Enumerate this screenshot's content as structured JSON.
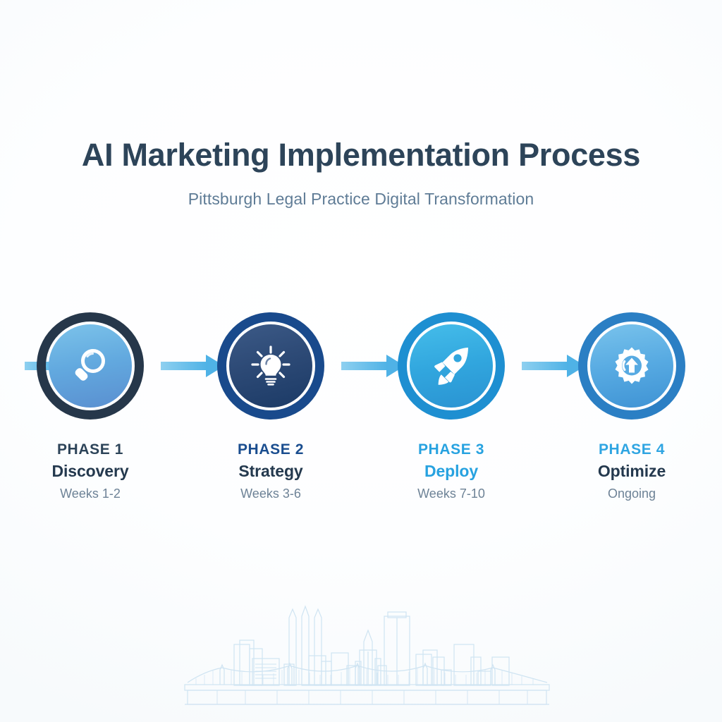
{
  "header": {
    "title": "AI Marketing Implementation Process",
    "subtitle": "Pittsburgh Legal Practice Digital Transformation"
  },
  "colors": {
    "background": "#fbfcfd",
    "title_text": "#2d4459",
    "subtitle_text": "#5f7c96",
    "navy_dark": "#24394e",
    "royal_blue": "#1a4d8f",
    "bright_blue": "#27a2e0",
    "muted_text": "#6d8296",
    "connector_blue": "#6ec3ec",
    "skyline_line": "#cfe4f2"
  },
  "connectors": {
    "lead_in": {
      "type": "bar",
      "arrowhead": false,
      "color": "#6ec3ec"
    },
    "arrows": [
      {
        "from": "phase-1",
        "to": "phase-2",
        "arrowhead": true,
        "color": "#6ec3ec"
      },
      {
        "from": "phase-2",
        "to": "phase-3",
        "arrowhead": true,
        "color": "#6ec3ec"
      },
      {
        "from": "phase-3",
        "to": "phase-4",
        "arrowhead": true,
        "color": "#6ec3ec"
      }
    ]
  },
  "phases": [
    {
      "number": "PHASE 1",
      "name": "Discovery",
      "timeframe": "Weeks 1-2",
      "icon": "magnifying-glass-icon",
      "ring_color": "#26374a",
      "fill_from": "#7cc3ea",
      "fill_to": "#5a8fd0"
    },
    {
      "number": "PHASE 2",
      "name": "Strategy",
      "timeframe": "Weeks 3-6",
      "icon": "lightbulb-icon",
      "ring_color": "#194a8c",
      "fill_from": "#3c5a87",
      "fill_to": "#1b3a66"
    },
    {
      "number": "PHASE 3",
      "name": "Deploy",
      "timeframe": "Weeks 7-10",
      "icon": "rocket-icon",
      "ring_color": "#1e8fd1",
      "fill_from": "#45bdea",
      "fill_to": "#2a93d2"
    },
    {
      "number": "PHASE 4",
      "name": "Optimize",
      "timeframe": "Ongoing",
      "icon": "gear-arrow-up-icon",
      "ring_color": "#2b7fc4",
      "fill_from": "#79c3ec",
      "fill_to": "#3f93d4"
    }
  ],
  "footer": {
    "skyline": "pittsburgh-skyline-with-bridges"
  }
}
